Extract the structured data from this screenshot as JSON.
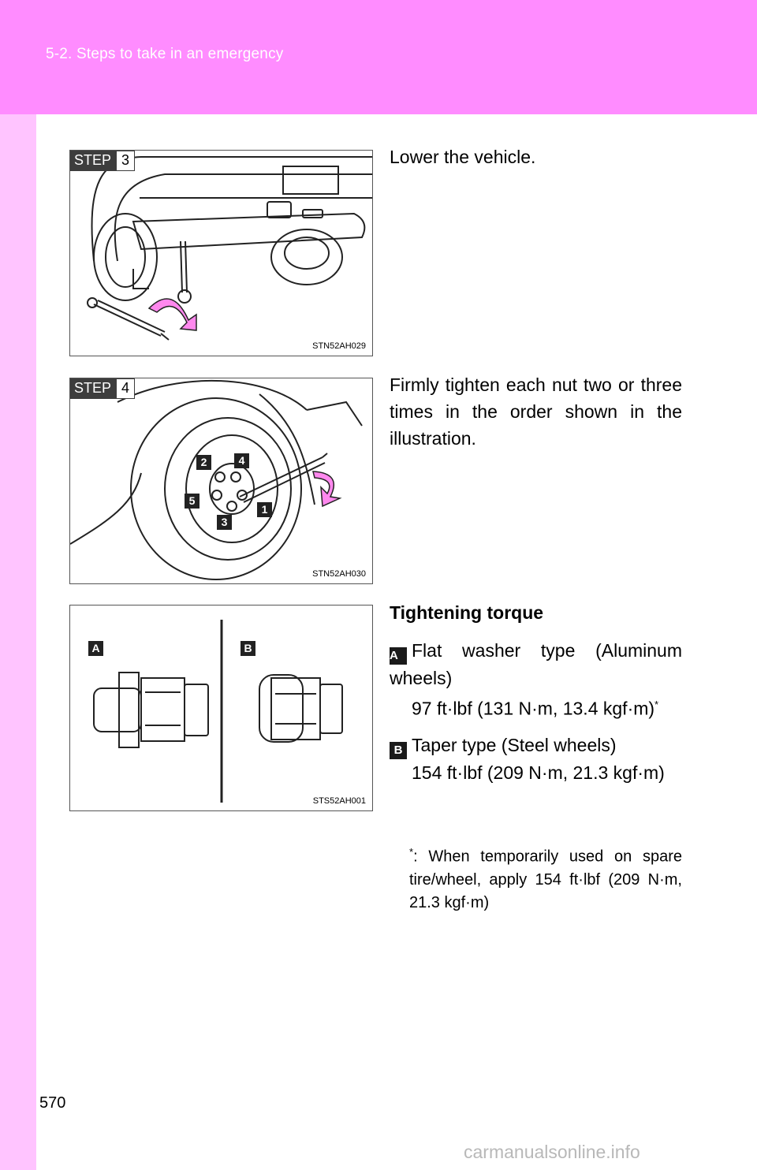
{
  "header": {
    "section": "5-2. Steps to take in an emergency"
  },
  "page_number": "570",
  "watermark": "carmanualsonline.info",
  "figures": [
    {
      "step_word": "STEP",
      "step_number": "3",
      "code": "STN52AH029"
    },
    {
      "step_word": "STEP",
      "step_number": "4",
      "code": "STN52AH030",
      "callouts": [
        "2",
        "4",
        "5",
        "1",
        "3"
      ]
    },
    {
      "code": "STS52AH001",
      "labels": [
        "A",
        "B"
      ]
    }
  ],
  "step3_text": "Lower the vehicle.",
  "step4_text": "Firmly tighten each nut two or three times in the order shown in the illustration.",
  "torque": {
    "title": "Tightening torque",
    "items": [
      {
        "letter": "A",
        "label": "Flat washer type (Aluminum wheels)",
        "value": "97 ft·lbf (131 N·m, 13.4 kgf·m)",
        "mark": "*"
      },
      {
        "letter": "B",
        "label": "Taper type (Steel wheels)",
        "value": "154 ft·lbf (209 N·m, 21.3 kgf·m)"
      }
    ],
    "note_mark": "*",
    "note": ": When temporarily used on spare tire/wheel, apply 154 ft·lbf (209 N·m, 21.3 kgf·m)"
  },
  "colors": {
    "header": "#ff8cff",
    "sidebar": "#ffc4ff",
    "arrow": "#ff88ee"
  }
}
